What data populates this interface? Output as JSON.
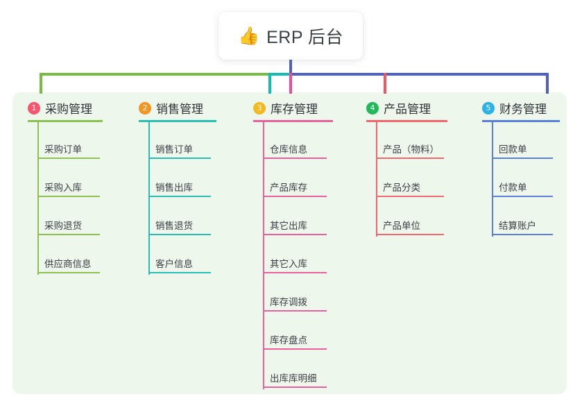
{
  "diagram": {
    "type": "mindmap-tree",
    "root": {
      "icon": "thumbs-up-icon",
      "emoji": "👍",
      "label": "ERP 后台"
    },
    "panel_bg": "#eef7ec",
    "trunk_color": "#4f5fc8",
    "columns": [
      {
        "number": "1",
        "title": "采购管理",
        "badge_color": "#f5566e",
        "line_color": "#8cc152",
        "stub_color": "#77bd43",
        "items": [
          "采购订单",
          "采购入库",
          "采购退货",
          "供应商信息"
        ]
      },
      {
        "number": "2",
        "title": "销售管理",
        "badge_color": "#f39423",
        "line_color": "#27bfb4",
        "stub_color": "#12bdb4",
        "items": [
          "销售订单",
          "销售出库",
          "销售退货",
          "客户信息"
        ]
      },
      {
        "number": "3",
        "title": "库存管理",
        "badge_color": "#f5b820",
        "line_color": "#ea5f9e",
        "stub_color": "#ea4e97",
        "items": [
          "仓库信息",
          "产品库存",
          "其它出库",
          "其它入库",
          "库存调拨",
          "库存盘点",
          "出库库明细"
        ]
      },
      {
        "number": "4",
        "title": "产品管理",
        "badge_color": "#21b95a",
        "line_color": "#f4666f",
        "stub_color": "#f4555f",
        "items": [
          "产品（物料）",
          "产品分类",
          "产品单位"
        ]
      },
      {
        "number": "5",
        "title": "财务管理",
        "badge_color": "#2bb3e8",
        "line_color": "#5b7ddb",
        "stub_color": "#4f5fc8",
        "items": [
          "回款单",
          "付款单",
          "结算账户"
        ]
      }
    ]
  }
}
